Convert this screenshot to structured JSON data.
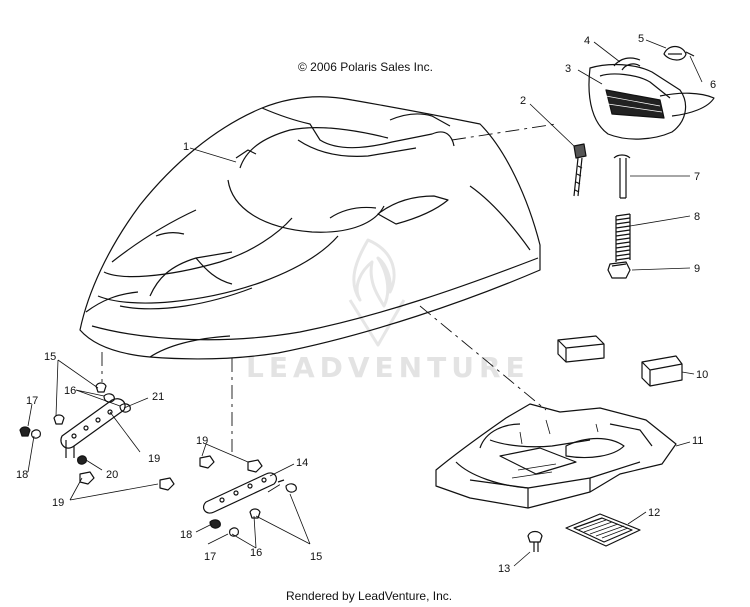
{
  "copyright": "© 2006 Polaris Sales Inc.",
  "footer": "Rendered by LeadVenture, Inc.",
  "watermark": "LEADVENTURE",
  "callouts": [
    {
      "id": "c1",
      "text": "1"
    },
    {
      "id": "c2",
      "text": "2"
    },
    {
      "id": "c3",
      "text": "3"
    },
    {
      "id": "c4",
      "text": "4"
    },
    {
      "id": "c5",
      "text": "5"
    },
    {
      "id": "c6",
      "text": "6"
    },
    {
      "id": "c7",
      "text": "7"
    },
    {
      "id": "c8",
      "text": "8"
    },
    {
      "id": "c9",
      "text": "9"
    },
    {
      "id": "c10",
      "text": "10"
    },
    {
      "id": "c11",
      "text": "11"
    },
    {
      "id": "c12",
      "text": "12"
    },
    {
      "id": "c13",
      "text": "13"
    },
    {
      "id": "c14",
      "text": "14"
    },
    {
      "id": "c15a",
      "text": "15"
    },
    {
      "id": "c15b",
      "text": "15"
    },
    {
      "id": "c16a",
      "text": "16"
    },
    {
      "id": "c16b",
      "text": "16"
    },
    {
      "id": "c17a",
      "text": "17"
    },
    {
      "id": "c17b",
      "text": "17"
    },
    {
      "id": "c18a",
      "text": "18"
    },
    {
      "id": "c18b",
      "text": "18"
    },
    {
      "id": "c19a",
      "text": "19"
    },
    {
      "id": "c19b",
      "text": "19"
    },
    {
      "id": "c19c",
      "text": "19"
    },
    {
      "id": "c20",
      "text": "20"
    },
    {
      "id": "c21",
      "text": "21"
    }
  ]
}
